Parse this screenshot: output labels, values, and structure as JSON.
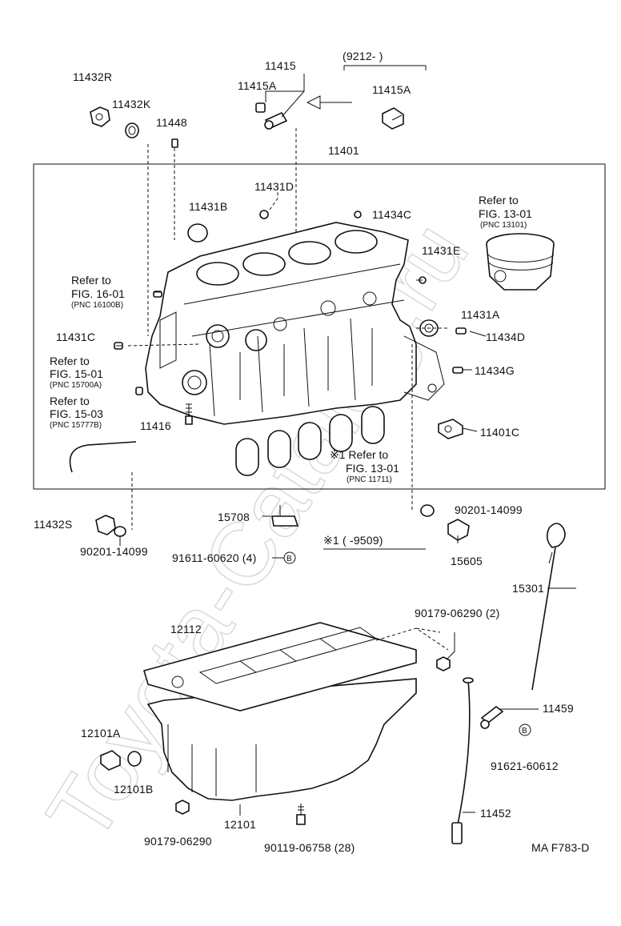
{
  "watermark": "Toyota-Catalog.ru",
  "figure_code": "MA F783-D",
  "date_range_top": "(9212-        )",
  "footnote_range": "※1 (       -9509)",
  "labels": {
    "p11432R": "11432R",
    "p11432K": "11432K",
    "p11448": "11448",
    "p11415": "11415",
    "p11415A_left": "11415A",
    "p11415A_right": "11415A",
    "p11401": "11401",
    "p11431D": "11431D",
    "p11431B": "11431B",
    "p11434C": "11434C",
    "p11431E": "11431E",
    "p11431A": "11431A",
    "p11434D": "11434D",
    "p11431C": "11431C",
    "p11434G": "11434G",
    "p11416": "11416",
    "p11401C": "11401C",
    "p11432S": "11432S",
    "p90201_14099_left": "90201-14099",
    "p15708": "15708",
    "p91611_60620": "91611-60620 (4)",
    "p90201_14099_right": "90201-14099",
    "p15605": "15605",
    "p15301": "15301",
    "p12112": "12112",
    "p90179_06290_top": "90179-06290 (2)",
    "p11459": "11459",
    "p91621_60612": "91621-60612",
    "p12101A": "12101A",
    "p12101B": "12101B",
    "p12101": "12101",
    "p11452": "11452",
    "p90179_06290_bottom": "90179-06290",
    "p90119_06758": "90119-06758 (28)"
  },
  "references": {
    "fig16": {
      "line1": "Refer to",
      "line2": "FIG. 16-01",
      "pnc": "(PNC 16100B)"
    },
    "fig15a": {
      "line1": "Refer to",
      "line2": "FIG. 15-01",
      "pnc": "(PNC 15700A)"
    },
    "fig15b": {
      "line1": "Refer to",
      "line2": "FIG. 15-03",
      "pnc": "(PNC 15777B)"
    },
    "fig13a": {
      "line1": "Refer to",
      "line2": "FIG. 13-01",
      "pnc": "(PNC 13101)"
    },
    "fig13b": {
      "line1": "※1 Refer to",
      "line2": "FIG. 13-01",
      "pnc": "(PNC 11711)"
    }
  },
  "markers": {
    "b_circle": "B"
  }
}
